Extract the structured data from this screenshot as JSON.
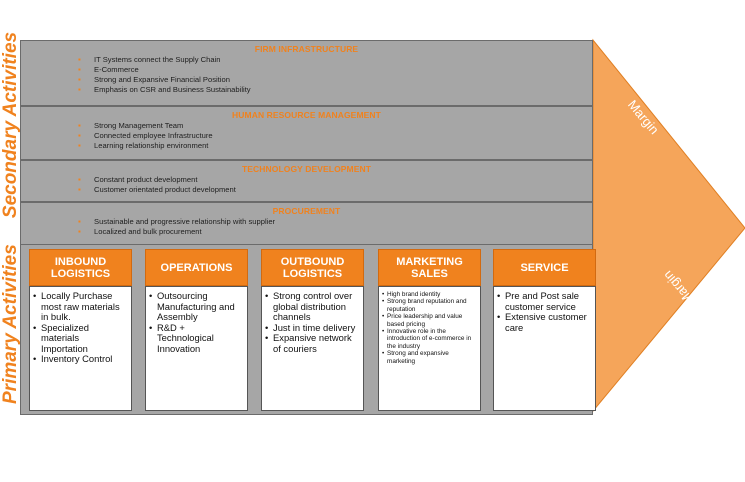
{
  "side_labels": {
    "secondary": "Secondary Activities",
    "primary": "Primary Activities"
  },
  "secondary": {
    "firm": {
      "title": "FIRM INFRASTRUCTURE",
      "items": [
        "IT Systems connect the Supply Chain",
        "E-Commerce",
        "Strong and Expansive Financial Position",
        "Emphasis on CSR and Business Sustainability"
      ]
    },
    "hrm": {
      "title": "HUMAN RESOURCE MANAGEMENT",
      "items": [
        "Strong Management Team",
        "Connected employee Infrastructure",
        "Learning relationship environment"
      ]
    },
    "tech": {
      "title": "TECHNOLOGY DEVELOPMENT",
      "items": [
        "Constant product development",
        "Customer orientated product development"
      ]
    },
    "proc": {
      "title": "PROCUREMENT",
      "items": [
        "Sustainable and progressive relationship with supplier",
        "Localized and bulk procurement"
      ]
    }
  },
  "primary": [
    {
      "title": "INBOUND LOGISTICS",
      "items": [
        "Locally Purchase most raw materials in bulk.",
        "Specialized materials Importation",
        "Inventory Control"
      ]
    },
    {
      "title": "OPERATIONS",
      "items": [
        "Outsourcing Manufacturing and Assembly",
        "R&D + Technological Innovation"
      ]
    },
    {
      "title": "OUTBOUND LOGISTICS",
      "items": [
        "Strong control over global distribution channels",
        "Just in time delivery",
        "Expansive network of couriers"
      ]
    },
    {
      "title": "MARKETING SALES",
      "items": [
        "High brand identity",
        "Strong brand reputation and reputation",
        "Price leadership and value based pricing",
        "Innovative role in the introduction of e-commerce in the industry",
        "Strong and expansive marketing"
      ]
    },
    {
      "title": "SERVICE",
      "items": [
        "Pre and Post sale customer service",
        "Extensive customer care"
      ]
    }
  ],
  "margin": {
    "top_label": "Margin",
    "bottom_label": "Margin"
  },
  "colors": {
    "accent": "#f0821e",
    "panel": "#a6a6a6",
    "arrow": "#f5a55a"
  }
}
